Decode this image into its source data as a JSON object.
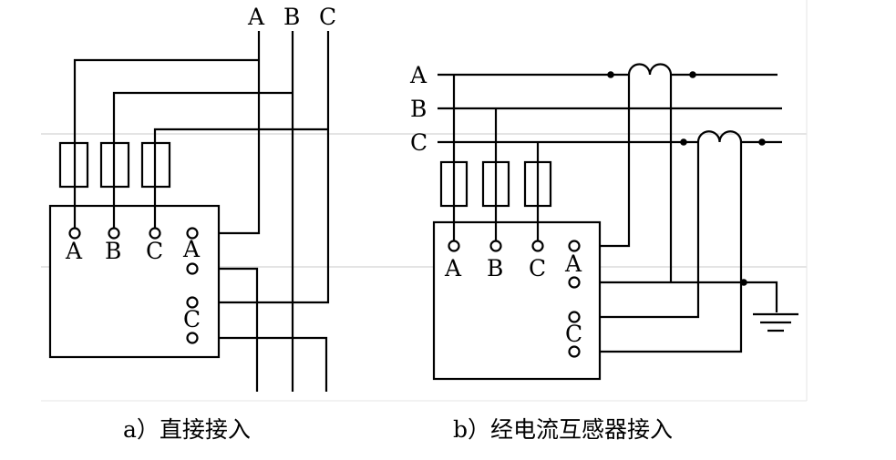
{
  "diagram_a": {
    "line_labels": [
      "A",
      "B",
      "C"
    ],
    "terminal_labels": [
      "A",
      "B",
      "C",
      "A",
      "C"
    ],
    "caption": "a）直接接入"
  },
  "diagram_b": {
    "line_labels": [
      "A",
      "B",
      "C"
    ],
    "terminal_labels": [
      "A",
      "B",
      "C",
      "A",
      "C"
    ],
    "caption": "b）经电流互感器接入"
  }
}
